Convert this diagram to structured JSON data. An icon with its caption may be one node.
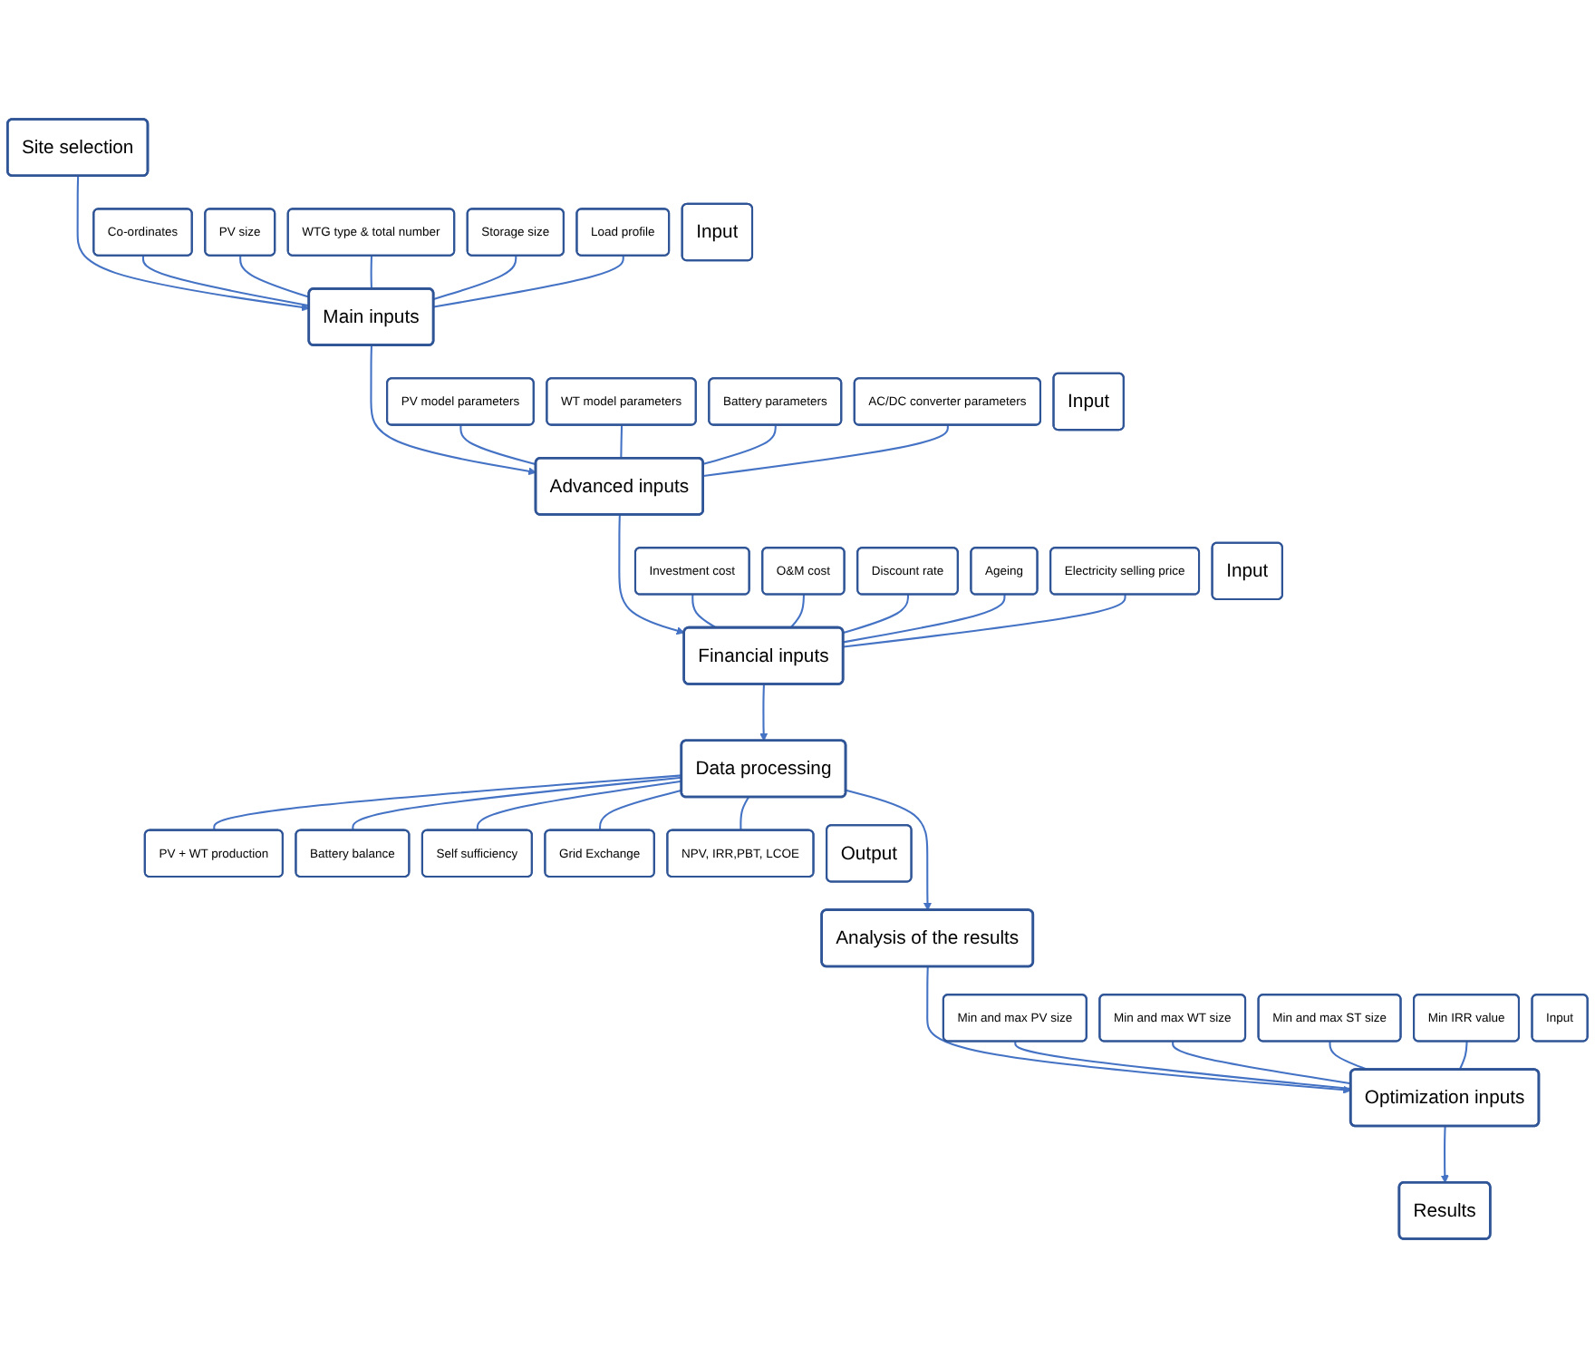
{
  "diagram": {
    "nodes": [
      {
        "text": [
          "Site selection"
        ]
      },
      {
        "text": [
          "Main inputs"
        ]
      },
      {
        "text": [
          "Advanced inputs"
        ]
      },
      {
        "text": [
          "Financial inputs"
        ]
      },
      {
        "text": [
          "Data processing"
        ]
      },
      {
        "text": [
          "Analysis of the results"
        ]
      },
      {
        "text": [
          "Optimization inputs"
        ]
      },
      {
        "text": [
          "Results"
        ]
      },
      {
        "text": [
          "Input"
        ]
      },
      {
        "text": [
          "PV model parameters"
        ]
      },
      {
        "text": [
          "WT model parameters"
        ]
      },
      {
        "text": [
          "Battery parameters"
        ]
      },
      {
        "text": [
          "AC/DC converter parameters"
        ]
      },
      {
        "text": [
          "Co-ordinates"
        ]
      },
      {
        "text": [
          "PV size"
        ]
      },
      {
        "text": [
          "WTG type & total number"
        ]
      },
      {
        "text": [
          "Storage size"
        ]
      },
      {
        "text": [
          "Load profile"
        ]
      },
      {
        "text": [
          "Input"
        ]
      },
      {
        "text": [
          "Input"
        ]
      },
      {
        "text": [
          "Investment cost"
        ]
      },
      {
        "text": [
          "O&M cost"
        ]
      },
      {
        "text": [
          "Discount rate"
        ]
      },
      {
        "text": [
          "Ageing"
        ]
      },
      {
        "text": [
          "Electricity selling price"
        ]
      },
      {
        "text": [
          "PV + WT production"
        ]
      },
      {
        "text": [
          "Battery balance"
        ]
      },
      {
        "text": [
          "Self sufficiency"
        ]
      },
      {
        "text": [
          "Grid Exchange"
        ]
      },
      {
        "text": [
          "NPV, IRR,PBT, LCOE"
        ]
      },
      {
        "text": [
          "Output"
        ]
      },
      {
        "text": [
          "Input"
        ]
      },
      {
        "text": [
          "Min and max PV size"
        ]
      },
      {
        "text": [
          "Min and max WT size"
        ]
      },
      {
        "text": [
          "Min and max ST size"
        ]
      },
      {
        "text": [
          "Min IRR value"
        ]
      }
    ],
    "edges": [
      {
        "from": 0,
        "to": 1,
        "arrow": "to"
      },
      {
        "from": 1,
        "to": 2,
        "arrow": "to"
      },
      {
        "from": 2,
        "to": 3,
        "arrow": "to"
      },
      {
        "from": 3,
        "to": 4,
        "arrow": "to"
      },
      {
        "from": 4,
        "to": 5,
        "arrow": "to"
      },
      {
        "from": 5,
        "to": 6,
        "arrow": "to"
      },
      {
        "from": 6,
        "to": 7,
        "arrow": "to"
      },
      {
        "from": 9,
        "to": 2,
        "arrow": "none"
      },
      {
        "from": 10,
        "to": 2,
        "arrow": "none"
      },
      {
        "from": 11,
        "to": 2,
        "arrow": "none"
      },
      {
        "from": 12,
        "to": 2,
        "arrow": "none"
      },
      {
        "from": 13,
        "to": 1,
        "arrow": "none"
      },
      {
        "from": 14,
        "to": 1,
        "arrow": "none"
      },
      {
        "from": 15,
        "to": 1,
        "arrow": "none"
      },
      {
        "from": 16,
        "to": 1,
        "arrow": "none"
      },
      {
        "from": 17,
        "to": 1,
        "arrow": "none"
      },
      {
        "from": 20,
        "to": 3,
        "arrow": "none"
      },
      {
        "from": 21,
        "to": 3,
        "arrow": "none"
      },
      {
        "from": 22,
        "to": 3,
        "arrow": "none"
      },
      {
        "from": 23,
        "to": 3,
        "arrow": "none"
      },
      {
        "from": 24,
        "to": 3,
        "arrow": "none"
      },
      {
        "from": 4,
        "to": 25,
        "arrow": "none"
      },
      {
        "from": 4,
        "to": 26,
        "arrow": "none"
      },
      {
        "from": 4,
        "to": 27,
        "arrow": "none"
      },
      {
        "from": 4,
        "to": 28,
        "arrow": "none"
      },
      {
        "from": 4,
        "to": 29,
        "arrow": "none"
      },
      {
        "from": 32,
        "to": 6,
        "arrow": "none"
      },
      {
        "from": 33,
        "to": 6,
        "arrow": "none"
      },
      {
        "from": 34,
        "to": 6,
        "arrow": "none"
      },
      {
        "from": 35,
        "to": 6,
        "arrow": "none"
      }
    ]
  }
}
